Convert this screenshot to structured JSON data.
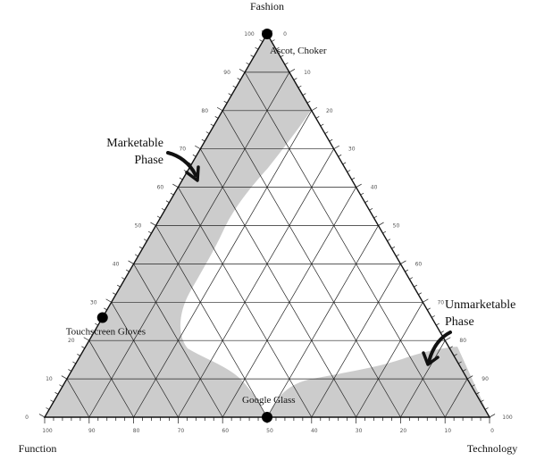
{
  "title": "",
  "vertices": {
    "top": "Fashion",
    "left": "Function",
    "right": "Technology"
  },
  "grid": {
    "step": 10,
    "minor_step": 2
  },
  "ticks": {
    "left_edge": [
      "0",
      "10",
      "20",
      "30",
      "40",
      "50",
      "60",
      "70",
      "80",
      "90",
      "100"
    ],
    "right_edge": [
      "0",
      "10",
      "20",
      "30",
      "40",
      "50",
      "60",
      "70",
      "80",
      "90",
      "100"
    ],
    "bottom_edge": [
      "100",
      "90",
      "80",
      "70",
      "60",
      "50",
      "40",
      "30",
      "20",
      "10",
      "0"
    ]
  },
  "regions": [
    {
      "name": "Marketable Phase",
      "color": "#cccccc"
    },
    {
      "name": "Unmarketable Phase",
      "color": "#cccccc"
    }
  ],
  "annotations": [
    {
      "id": "marketable",
      "lines": [
        "Marketable",
        "Phase"
      ]
    },
    {
      "id": "unmarketable",
      "lines": [
        "Unmarketable",
        "Phase"
      ]
    }
  ],
  "points": [
    {
      "label": "Ascot, Choker",
      "fashion": 100,
      "technology": 0,
      "function": 0
    },
    {
      "label": "Touchscreen Gloves",
      "fashion": 26,
      "technology": 0,
      "function": 74
    },
    {
      "label": "Google Glass",
      "fashion": 0,
      "technology": 50,
      "function": 50
    }
  ]
}
